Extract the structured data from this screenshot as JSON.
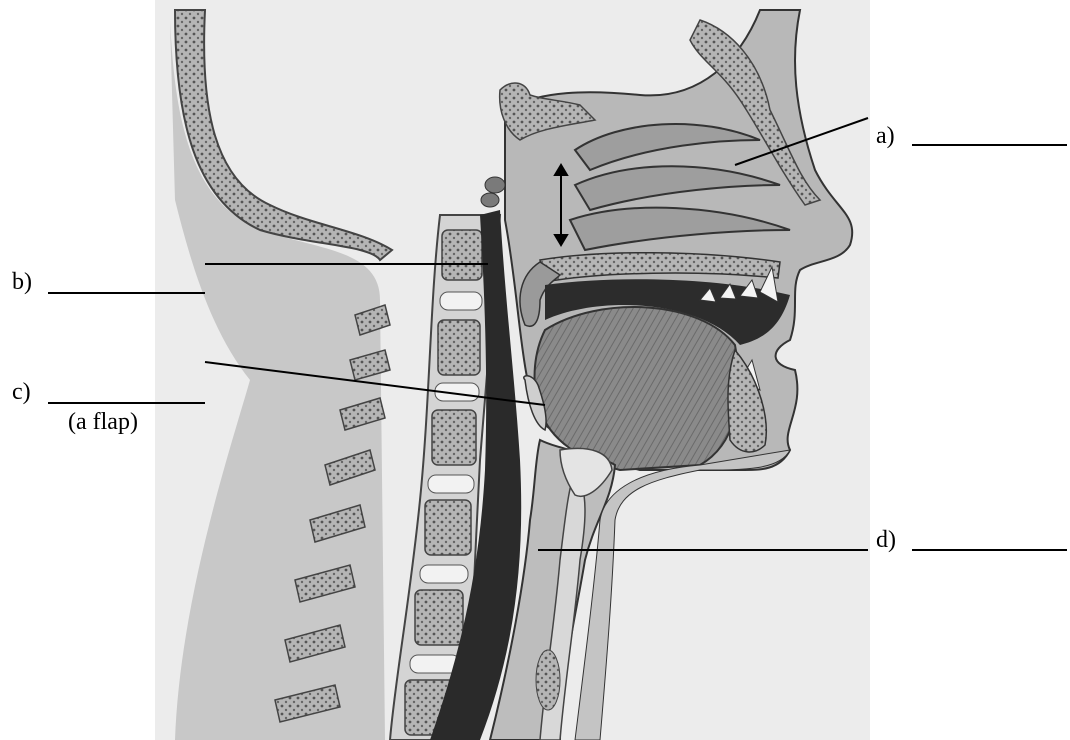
{
  "labels": {
    "a": {
      "text": "a)",
      "blank": ""
    },
    "b": {
      "text": "b)",
      "blank": ""
    },
    "c": {
      "text": "c)",
      "blank": "",
      "note": "(a flap)"
    },
    "d": {
      "text": "d)",
      "blank": ""
    }
  },
  "colors": {
    "background": "#ffffff",
    "panel": "#e9e9e9",
    "soft_tissue": "#bdbdbd",
    "bone": "#8e8e8e",
    "dark_passage": "#1e1e1e",
    "line": "#000000"
  }
}
